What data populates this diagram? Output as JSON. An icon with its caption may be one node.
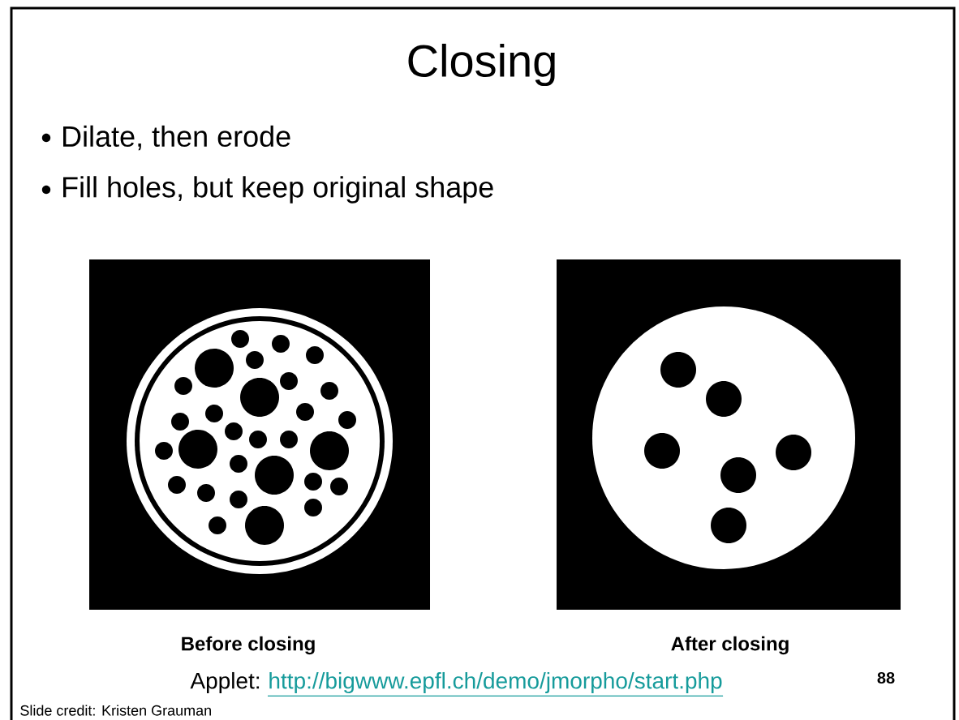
{
  "diagram": {
    "title": "Closing",
    "labels": [
      "Dilate, then erode",
      "Fill holes, but keep original shape",
      "Before closing",
      "After closing",
      "Applet:",
      "http://bigwww.epfl.ch/demo/jmorpho/start.php",
      "88",
      "Slide credit: Kristen Grauman"
    ]
  }
}
